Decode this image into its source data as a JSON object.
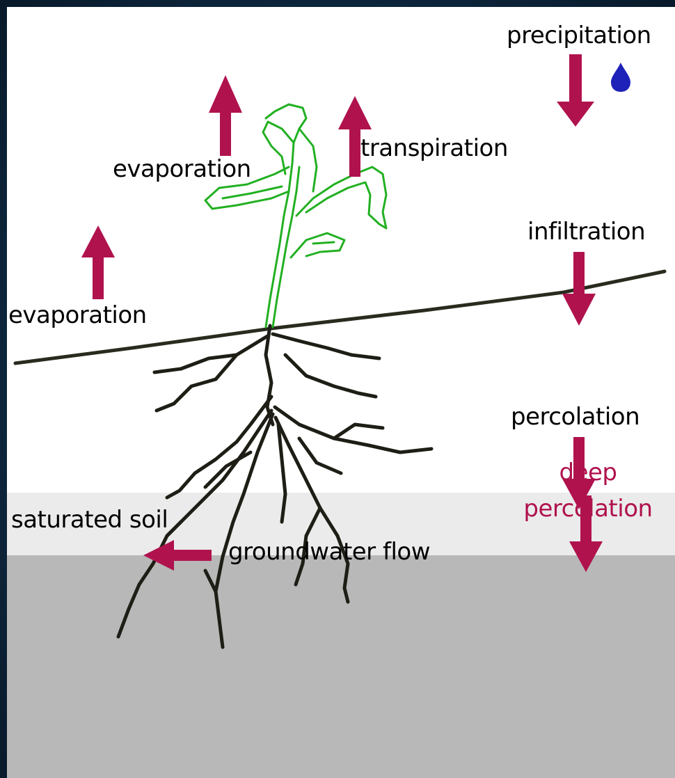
{
  "labels": {
    "precipitation": "precipitation",
    "evaporation_plant": "evaporation",
    "transpiration": "transpiration",
    "infiltration": "infiltration",
    "evaporation_soil": "evaporation",
    "percolation": "percolation",
    "deep_percolation_line1": "deep",
    "deep_percolation_line2": "percolation",
    "saturated_soil": "saturated soil",
    "groundwater_flow": "groundwater flow"
  },
  "colors": {
    "arrow": "#b0124e",
    "plant": "#22b022",
    "soil_line": "#2a2a1e",
    "roots": "#1e1e16",
    "raindrop": "#1e22b8",
    "saturated_soil": "#ebebeb",
    "groundwater": "#b8b8b8",
    "frame": "#0f2c45"
  },
  "icons": {
    "raindrop": "raindrop-icon"
  }
}
